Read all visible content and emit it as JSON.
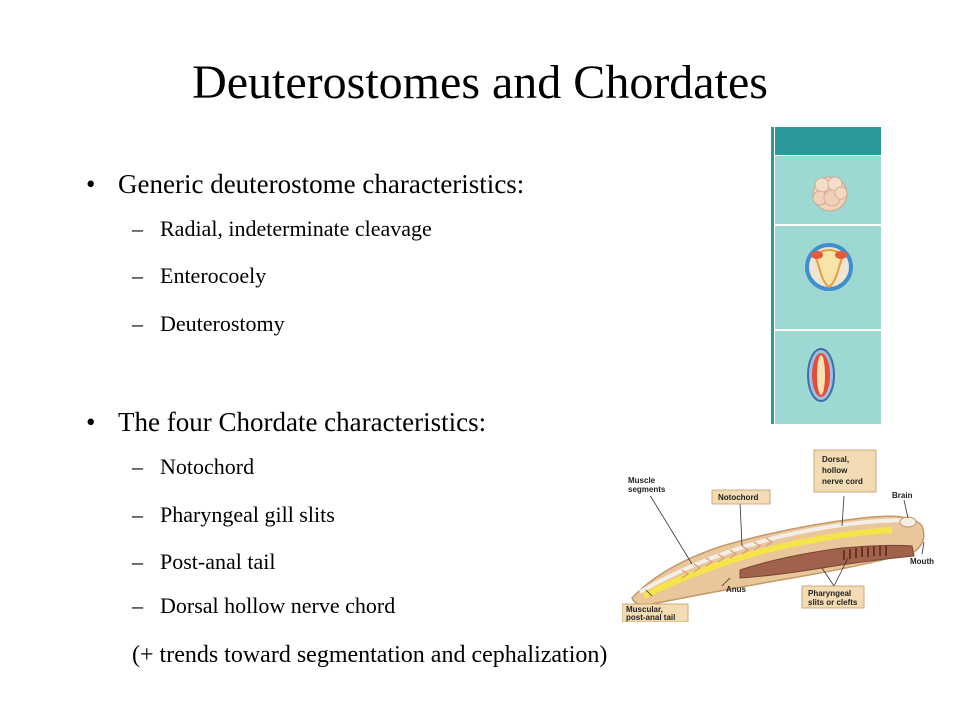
{
  "slide": {
    "title": "Deuterostomes and Chordates"
  },
  "bullets": [
    {
      "text": "Generic deuterostome characteristics:",
      "subitems": [
        "Radial, indeterminate cleavage",
        "Enterocoely",
        "Deuterostomy"
      ]
    },
    {
      "text": "The four Chordate characteristics:",
      "subitems": [
        "Notochord",
        "Pharyngeal gill slits",
        "Post-anal tail",
        "Dorsal hollow nerve chord"
      ]
    }
  ],
  "glyphs": {
    "bullet": "•",
    "dash": "–"
  },
  "footnote": "(+ trends toward segmentation and cephalization)",
  "figure_labels": {
    "muscle_segments": [
      "Muscle",
      "segments"
    ],
    "notochord": [
      "Notochord"
    ],
    "dorsal_nerve_cord": [
      "Dorsal,",
      "hollow",
      "nerve cord"
    ],
    "brain": [
      "Brain"
    ],
    "mouth": [
      "Mouth"
    ],
    "anus": [
      "Anus"
    ],
    "post_anal_tail": [
      "Muscular,",
      "post-anal tail"
    ],
    "pharyngeal_slits": [
      "Pharyngeal",
      "slits or clefts"
    ]
  },
  "colors": {
    "panel_teal": "#2b9a9a",
    "panel_light": "#9ed8d2",
    "label_box": "#f3dcb4",
    "body_tan": "#e9c79a",
    "notochord_yellow": "#f7e34a",
    "gut_brown": "#a0624a"
  }
}
